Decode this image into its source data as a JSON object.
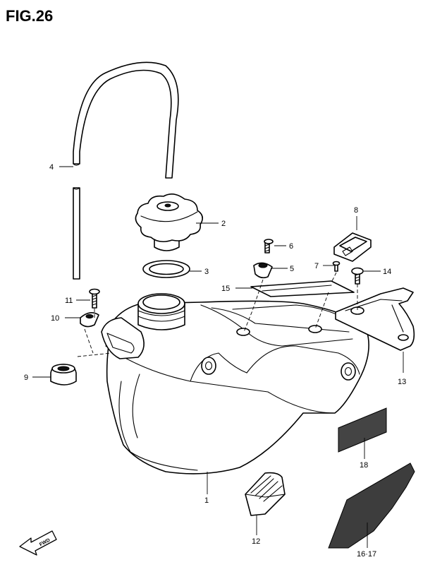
{
  "figure": {
    "title": "FIG.26"
  },
  "parts": [
    {
      "id": "p1",
      "label": "1"
    },
    {
      "id": "p2",
      "label": "2"
    },
    {
      "id": "p3",
      "label": "3"
    },
    {
      "id": "p4",
      "label": "4"
    },
    {
      "id": "p5",
      "label": "5"
    },
    {
      "id": "p6",
      "label": "6"
    },
    {
      "id": "p7",
      "label": "7"
    },
    {
      "id": "p8",
      "label": "8"
    },
    {
      "id": "p9",
      "label": "9"
    },
    {
      "id": "p10",
      "label": "10"
    },
    {
      "id": "p11",
      "label": "11"
    },
    {
      "id": "p12",
      "label": "12"
    },
    {
      "id": "p13",
      "label": "13"
    },
    {
      "id": "p14",
      "label": "14"
    },
    {
      "id": "p15",
      "label": "15"
    },
    {
      "id": "p1617",
      "label": "16·17"
    },
    {
      "id": "p18",
      "label": "18"
    }
  ],
  "direction_marker": {
    "label": "FWD",
    "icon": "fwd-arrow-icon"
  }
}
